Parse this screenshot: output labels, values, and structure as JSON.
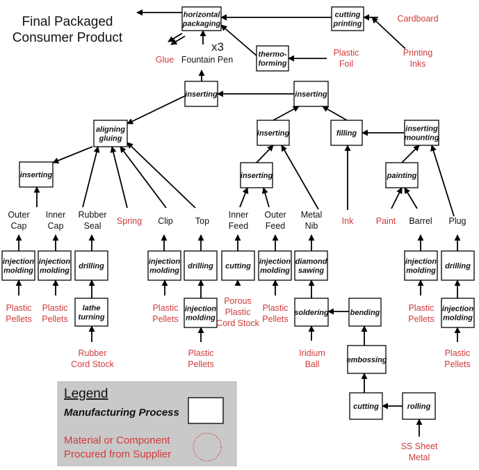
{
  "title_lines": [
    "Final Packaged",
    "Consumer Product"
  ],
  "multiplier": "x3",
  "processes": {
    "horizontal_packaging": [
      "horizontal",
      "packaging"
    ],
    "cutting_printing": [
      "cutting",
      "printing"
    ],
    "thermo_forming": [
      "thermo-",
      "forming"
    ],
    "inserting_top": [
      "inserting"
    ],
    "inserting_mid": [
      "inserting"
    ],
    "aligning_gluing": [
      "aligning",
      "gluing"
    ],
    "inserting_right": [
      "inserting"
    ],
    "filling": [
      "filling"
    ],
    "inserting_mounting": [
      "inserting",
      "mounting"
    ],
    "inserting_left": [
      "inserting"
    ],
    "inserting_feed": [
      "inserting"
    ],
    "painting": [
      "painting"
    ],
    "injection_molding_1": [
      "injection",
      "molding"
    ],
    "injection_molding_2": [
      "injection",
      "molding"
    ],
    "drilling_1": [
      "drilling"
    ],
    "injection_molding_3": [
      "injection",
      "molding"
    ],
    "drilling_2": [
      "drilling"
    ],
    "cutting_1": [
      "cutting"
    ],
    "injection_molding_4": [
      "injection",
      "molding"
    ],
    "diamond_sawing": [
      "diamond",
      "sawing"
    ],
    "injection_molding_5": [
      "injection",
      "molding"
    ],
    "drilling_3": [
      "drilling"
    ],
    "lathe_turning": [
      "lathe",
      "turning"
    ],
    "injection_molding_6": [
      "injection",
      "molding"
    ],
    "soldering": [
      "soldering"
    ],
    "bending": [
      "bending"
    ],
    "injection_molding_7": [
      "injection",
      "molding"
    ],
    "embossing": [
      "embossing"
    ],
    "cutting_2": [
      "cutting"
    ],
    "rolling": [
      "rolling"
    ]
  },
  "components": {
    "fountain_pen": [
      "Fountain Pen"
    ],
    "outer_cap": [
      "Outer",
      "Cap"
    ],
    "inner_cap": [
      "Inner",
      "Cap"
    ],
    "rubber_seal": [
      "Rubber",
      "Seal"
    ],
    "clip": [
      "Clip"
    ],
    "top": [
      "Top"
    ],
    "inner_feed": [
      "Inner",
      "Feed"
    ],
    "outer_feed": [
      "Outer",
      "Feed"
    ],
    "metal_nib": [
      "Metal",
      "Nib"
    ],
    "barrel": [
      "Barrel"
    ],
    "plug": [
      "Plug"
    ]
  },
  "supplied": {
    "cardboard": [
      "Cardboard"
    ],
    "printing_inks": [
      "Printing",
      "Inks"
    ],
    "plastic_foil": [
      "Plastic",
      "Foil"
    ],
    "glue": [
      "Glue"
    ],
    "spring": [
      "Spring"
    ],
    "ink": [
      "Ink"
    ],
    "paint": [
      "Paint"
    ],
    "plastic_pellets_1": [
      "Plastic",
      "Pellets"
    ],
    "plastic_pellets_2": [
      "Plastic",
      "Pellets"
    ],
    "plastic_pellets_3": [
      "Plastic",
      "Pellets"
    ],
    "porous_plastic": [
      "Porous",
      "Plastic",
      "Cord Stock"
    ],
    "plastic_pellets_4": [
      "Plastic",
      "Pellets"
    ],
    "plastic_pellets_5": [
      "Plastic",
      "Pellets"
    ],
    "rubber_cord": [
      "Rubber",
      "Cord Stock"
    ],
    "plastic_pellets_6": [
      "Plastic",
      "Pellets"
    ],
    "iridium_ball": [
      "Iridium",
      "Ball"
    ],
    "plastic_pellets_7": [
      "Plastic",
      "Pellets"
    ],
    "ss_sheet": [
      "SS Sheet",
      "Metal"
    ]
  },
  "legend": {
    "title": "Legend",
    "process_label": "Manufacturing Process",
    "supplier_label": [
      "Material or Component",
      "Procured from Supplier"
    ]
  }
}
